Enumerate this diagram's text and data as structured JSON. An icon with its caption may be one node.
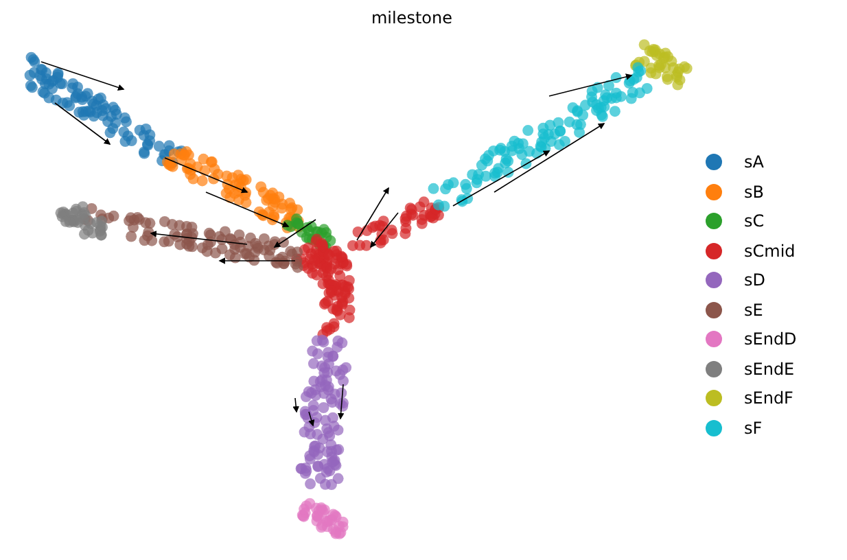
{
  "diagram": {
    "title": "milestone",
    "legend": [
      {
        "text": "sA",
        "color": "#1f77b4"
      },
      {
        "text": "sB",
        "color": "#ff7f0e"
      },
      {
        "text": "sC",
        "color": "#2ca02c"
      },
      {
        "text": "sCmid",
        "color": "#d62728"
      },
      {
        "text": "sD",
        "color": "#9467bd"
      },
      {
        "text": "sE",
        "color": "#8c564b"
      },
      {
        "text": "sEndD",
        "color": "#e377c2"
      },
      {
        "text": "sEndE",
        "color": "#7f7f7f"
      },
      {
        "text": "sEndF",
        "color": "#bcbd22"
      },
      {
        "text": "sF",
        "color": "#17becf"
      }
    ]
  }
}
